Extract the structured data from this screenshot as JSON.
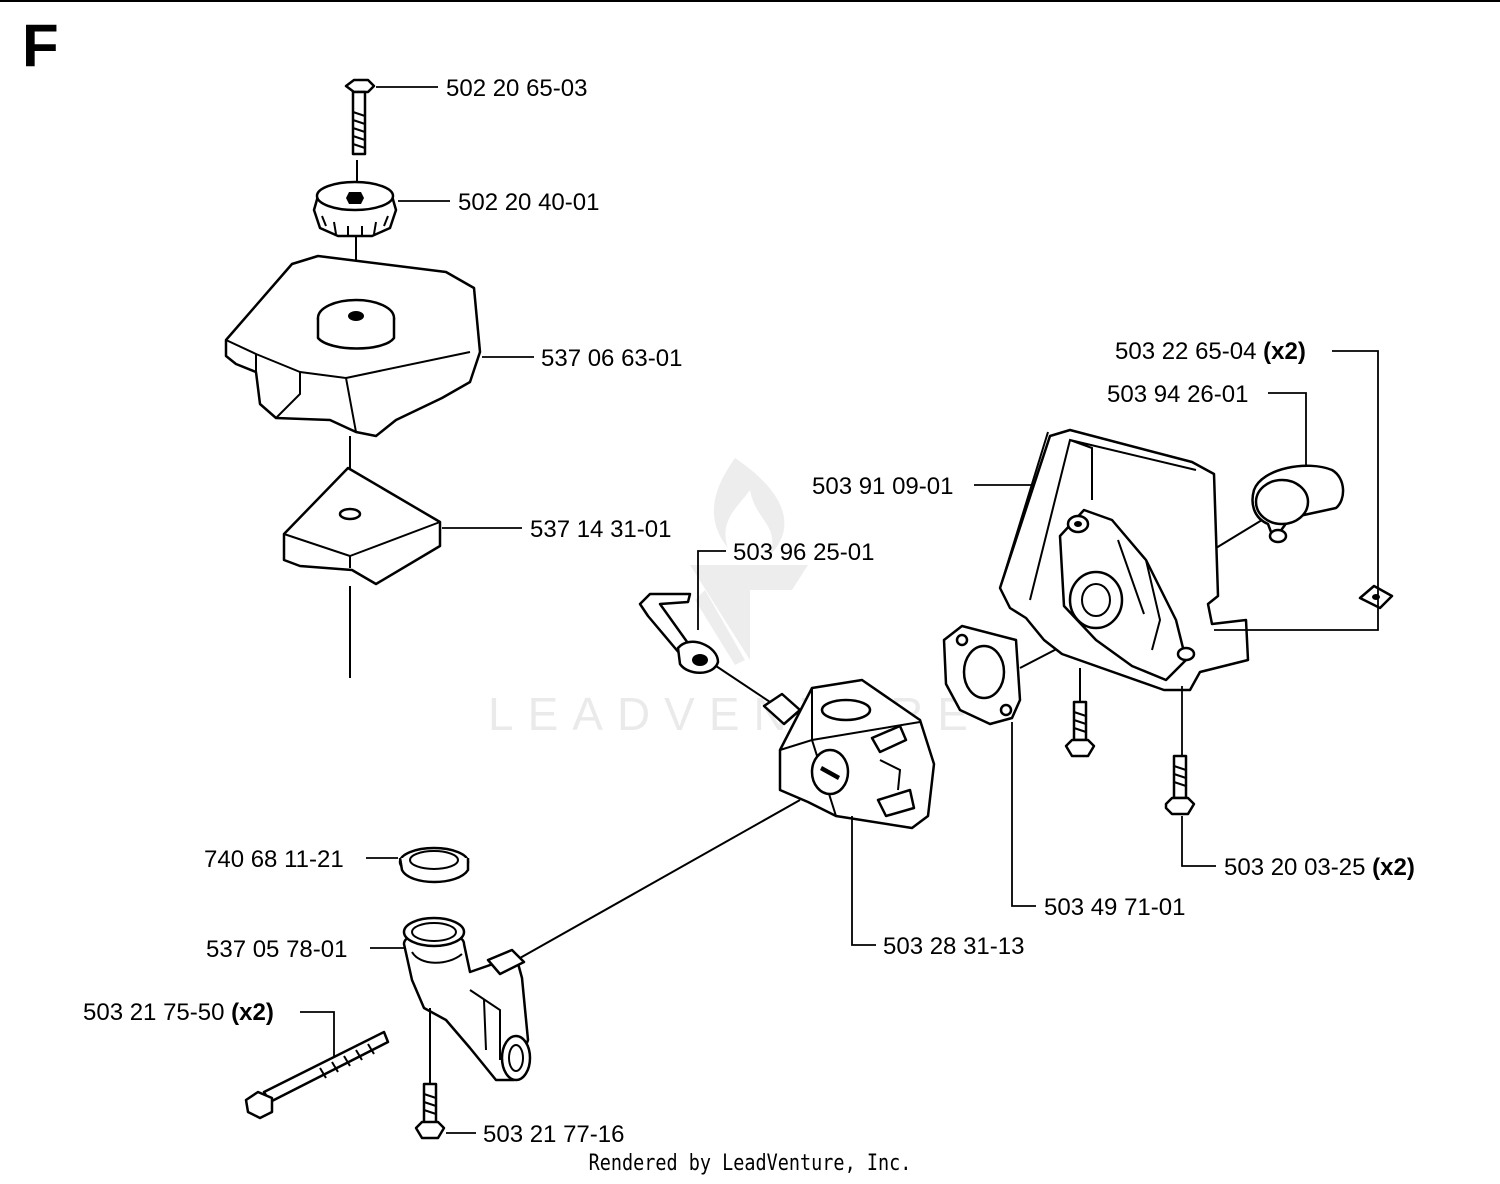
{
  "section": "F",
  "footer": "Rendered by LeadVenture, Inc.",
  "watermark": "LEADVENTURE",
  "parts": [
    {
      "number": "502 20 65-03",
      "qty": ""
    },
    {
      "number": "502 20 40-01",
      "qty": ""
    },
    {
      "number": "537 06 63-01",
      "qty": ""
    },
    {
      "number": "537 14 31-01",
      "qty": ""
    },
    {
      "number": "503 22 65-04",
      "qty": "(x2)"
    },
    {
      "number": "503 94 26-01",
      "qty": ""
    },
    {
      "number": "503 91 09-01",
      "qty": ""
    },
    {
      "number": "503 96 25-01",
      "qty": ""
    },
    {
      "number": "740 68 11-21",
      "qty": ""
    },
    {
      "number": "537 05 78-01",
      "qty": ""
    },
    {
      "number": "503 21 75-50",
      "qty": "(x2)"
    },
    {
      "number": "503 21 77-16",
      "qty": ""
    },
    {
      "number": "503 28 31-13",
      "qty": ""
    },
    {
      "number": "503 49 71-01",
      "qty": ""
    },
    {
      "number": "503 20 03-25",
      "qty": "(x2)"
    }
  ]
}
